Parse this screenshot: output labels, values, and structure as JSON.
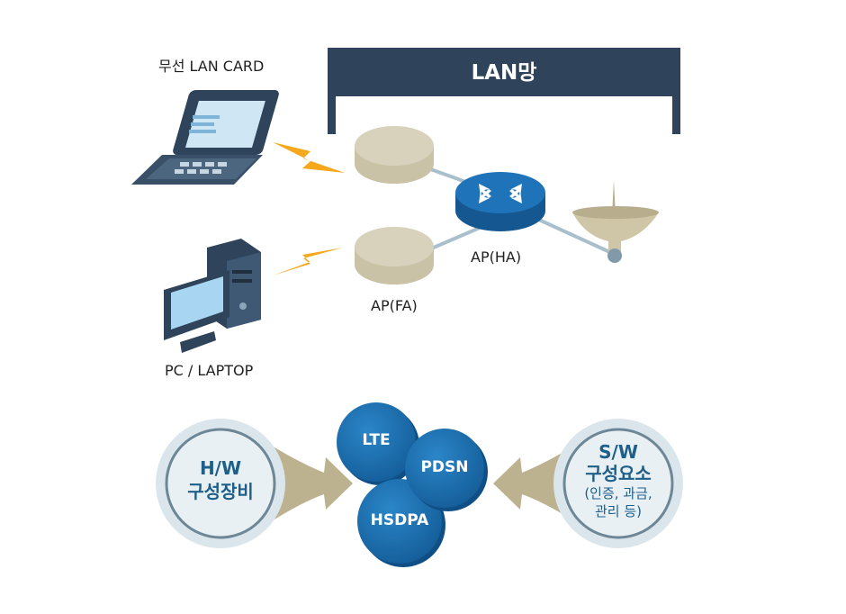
{
  "network": {
    "lan_title": "LAN망",
    "wireless_card_label": "무선 LAN CARD",
    "pc_laptop_label": "PC / LAPTOP",
    "ap_fa_label": "AP(FA)",
    "ap_ha_label": "AP(HA)"
  },
  "components": {
    "hw": {
      "line1": "H/W",
      "line2": "구성장비"
    },
    "sw": {
      "line1": "S/W",
      "line2": "구성요소",
      "line3": "(인증, 과금,",
      "line4": "관리 등)"
    },
    "bubbles": [
      "LTE",
      "PDSN",
      "HSDPA"
    ]
  },
  "colors": {
    "lan_bar": "#2f445a",
    "bubble_blue": "#1a6fb3",
    "ring_outer": "#dbe6ec",
    "ring_line": "#6e8796",
    "arrow_khaki": "#bdb28f",
    "bolt_yellow": "#f5a81c",
    "ap_disk": "#d8d2bd"
  }
}
